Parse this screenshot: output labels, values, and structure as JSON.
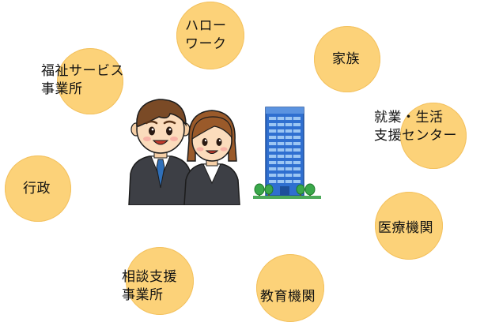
{
  "nodes": [
    {
      "id": "hello-work",
      "label": "ハロー\nワーク"
    },
    {
      "id": "family",
      "label": "家族"
    },
    {
      "id": "welfare-service",
      "label": "福祉サービス\n事業所"
    },
    {
      "id": "employment-support-center",
      "label": "就業・生活\n支援センター"
    },
    {
      "id": "administration",
      "label": "行政"
    },
    {
      "id": "medical-institution",
      "label": "医療機関"
    },
    {
      "id": "consultation-support",
      "label": "相談支援\n事業所"
    },
    {
      "id": "educational-institution",
      "label": "教育機関"
    }
  ],
  "colors": {
    "bubble": "#fcd279",
    "bubble_edge": "#f3c15e"
  },
  "center": {
    "people_icon": "two-staff-people-icon",
    "building_icon": "office-building-icon"
  }
}
